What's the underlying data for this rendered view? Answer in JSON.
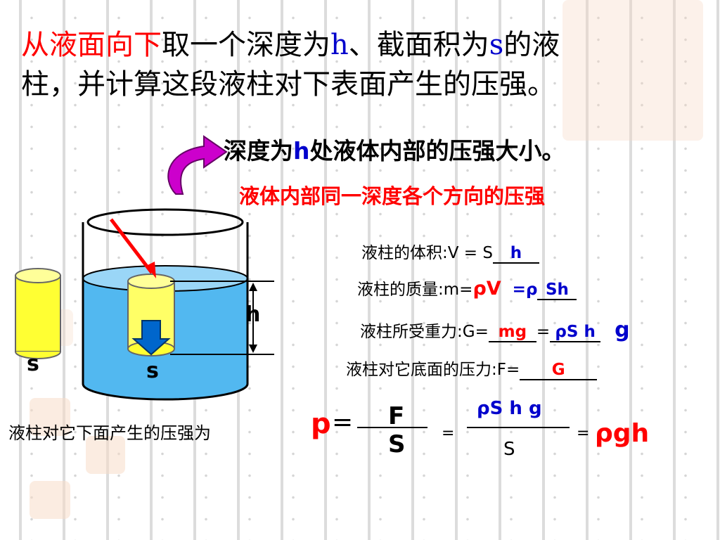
{
  "title": {
    "line1_red": "从液面向下",
    "line1_a": "取一个深度为",
    "line1_h": "h",
    "line1_b": "、截面积为",
    "line1_s": "s",
    "line1_c": "的液",
    "line2": "柱，并计算这段液柱对下表面产生的压强。"
  },
  "subtitle": {
    "prefix": "深度为",
    "h": "h",
    "suffix": "处液体内部的压强大小。"
  },
  "note_red": "液体内部同一深度各个方向的压强",
  "diagram": {
    "label_h": "h",
    "label_s_left": "s",
    "label_s_right": "s"
  },
  "formulas": {
    "volume_label": "液柱的体积:V = S",
    "volume_ans": "h",
    "mass_label": "液柱的质量:m=",
    "mass_ans1": "ρV",
    "mass_eq": "=",
    "mass_rho": "ρ",
    "mass_ans2": "Sh",
    "gravity_label": "液柱所受重力:G=",
    "gravity_ans1": "mg",
    "gravity_eq": "=",
    "gravity_ans2": "ρS h",
    "gravity_g": "g",
    "force_label": "液柱对它底面的压力:F=",
    "force_ans": "G"
  },
  "pressure": {
    "label": "液柱对它下面产生的压强为",
    "p": "p",
    "eq1": "=",
    "num1": "F",
    "den1": "S",
    "eq2": "=",
    "num2": "ρS h g",
    "den2": "S",
    "eq3": "=",
    "result": "ρgh"
  },
  "colors": {
    "water": "#52b8f0",
    "cylinder": "#ffff33",
    "arrow_magenta": "#cc00cc",
    "highlight_red": "#ff0000",
    "highlight_blue": "#0000cc"
  }
}
